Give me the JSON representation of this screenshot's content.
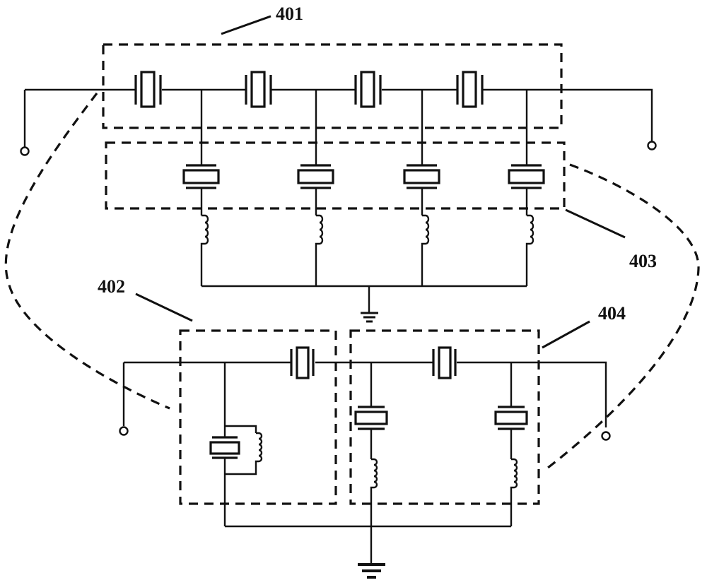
{
  "title": "Filter circuit schematic with resonator groups",
  "labels": {
    "block_401": "401",
    "block_402": "402",
    "block_403": "403",
    "block_404": "404"
  },
  "components": {
    "upper_series_resonators": 4,
    "upper_shunt_resonators": 4,
    "upper_shunt_inductors": 4,
    "block_402": [
      "series resonator",
      "shunt resonator with parallel inductor"
    ],
    "block_404": [
      "series resonator",
      "two shunt resonators with series inductors"
    ],
    "terminals": 4,
    "grounds": 2
  },
  "colors": {
    "ink": "#111111",
    "background": "#ffffff"
  }
}
